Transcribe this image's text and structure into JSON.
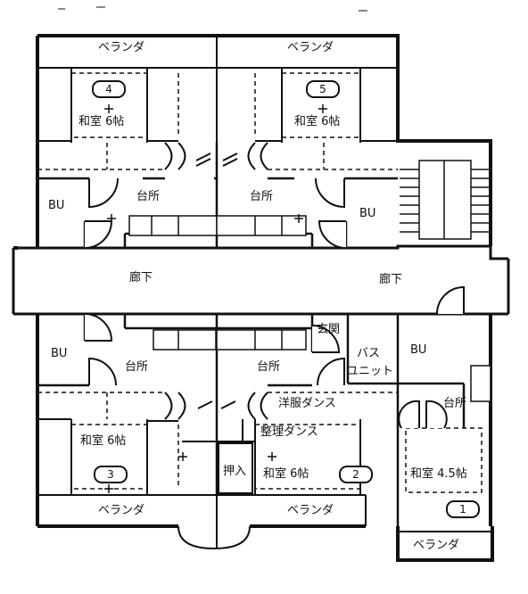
{
  "plan": {
    "labels": {
      "veranda": "ベランダ",
      "kitchen": "台所",
      "bu": "BU",
      "corridor": "廊下",
      "genkan": "玄関",
      "bath_line1": "バス",
      "bath_line2": "ユニット",
      "yofuku_dansu": "洋服ダンス",
      "seiri_dansu": "整理ダンス",
      "oshiire": "押入",
      "washitsu_6": "和室 6帖",
      "washitsu_45": "和室 4.5帖"
    },
    "units": {
      "u1": "1",
      "u2": "2",
      "u3": "3",
      "u4": "4",
      "u5": "5"
    }
  }
}
